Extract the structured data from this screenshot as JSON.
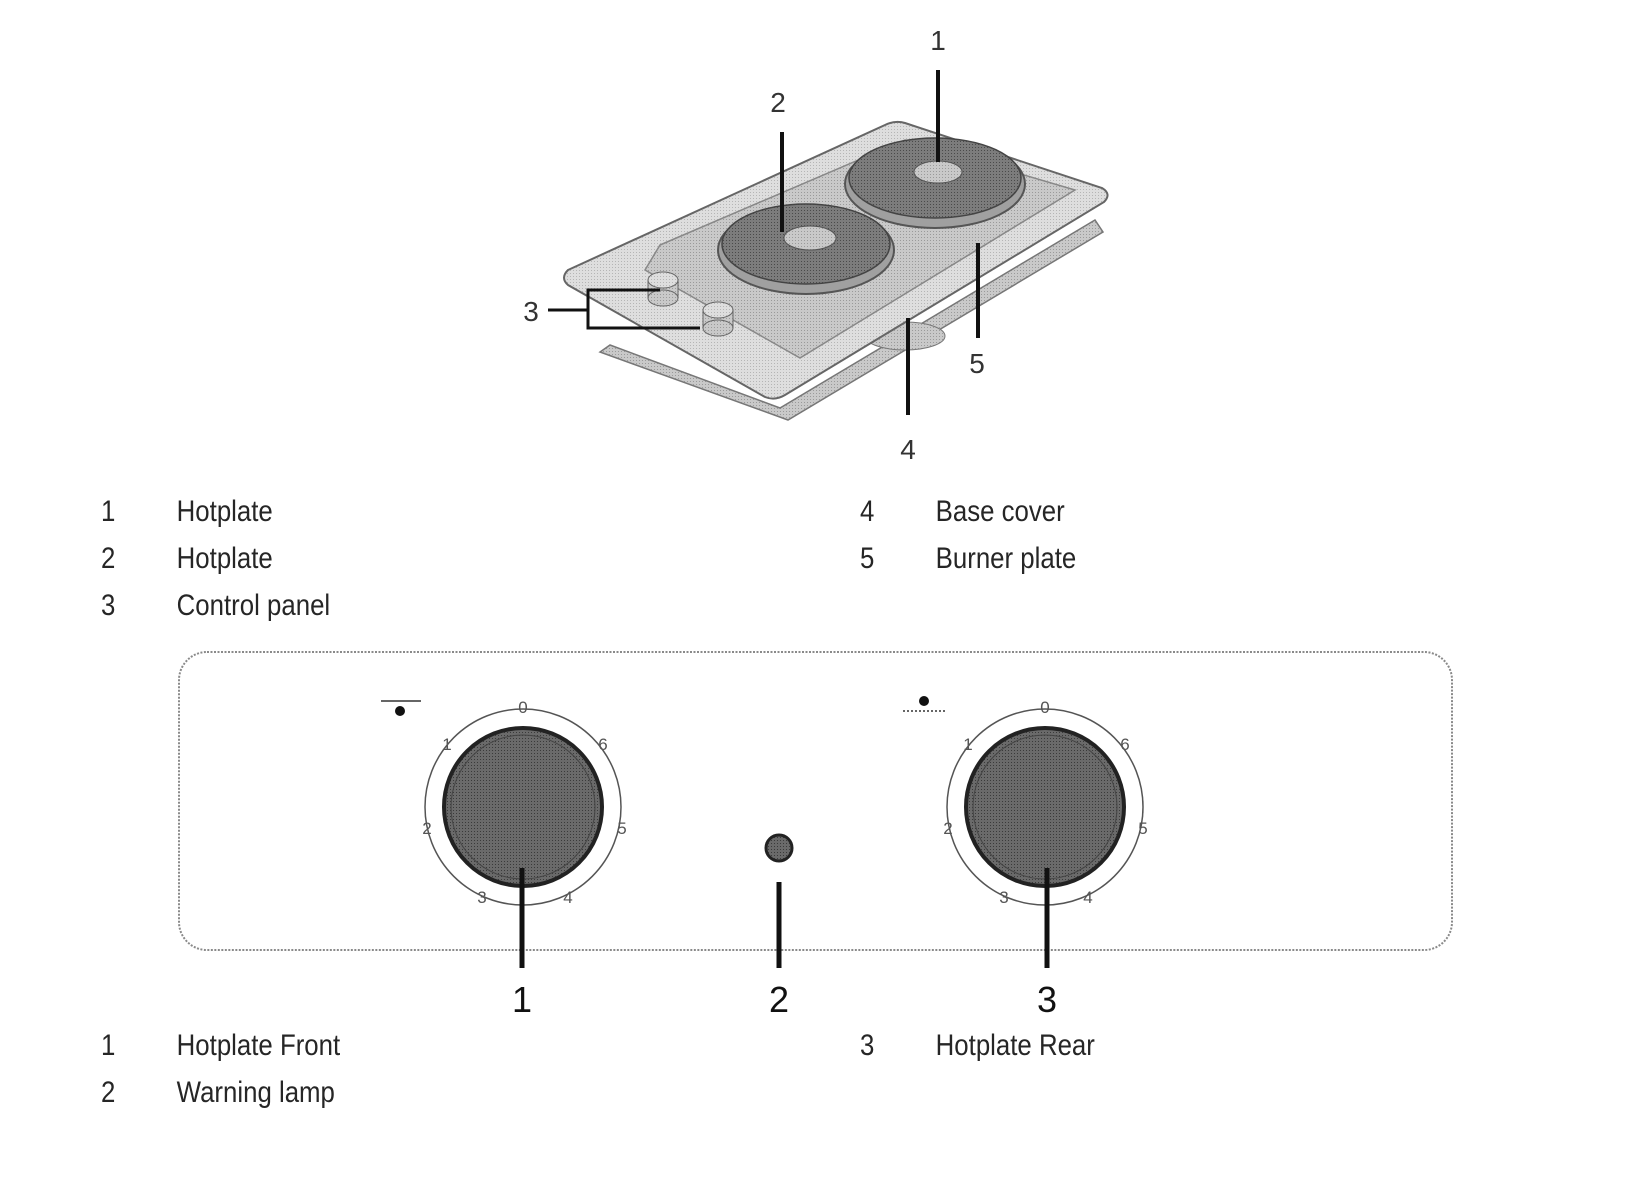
{
  "top_diagram": {
    "callouts": [
      "1",
      "2",
      "3",
      "4",
      "5"
    ]
  },
  "top_legend": [
    {
      "num": "1",
      "label": "Hotplate"
    },
    {
      "num": "2",
      "label": "Hotplate"
    },
    {
      "num": "3",
      "label": "Control panel"
    },
    {
      "num": "4",
      "label": "Base cover"
    },
    {
      "num": "5",
      "label": "Burner plate"
    }
  ],
  "control_panel": {
    "callouts": [
      "1",
      "2",
      "3"
    ],
    "dial_scale": [
      "0",
      "1",
      "2",
      "3",
      "4",
      "5",
      "6"
    ]
  },
  "bottom_legend": [
    {
      "num": "1",
      "label": "Hotplate Front"
    },
    {
      "num": "2",
      "label": "Warning lamp"
    },
    {
      "num": "3",
      "label": "Hotplate Rear"
    }
  ],
  "colors": {
    "line": "#111111",
    "plate": "#b8b8b8",
    "hotplate": "#7a7a7a",
    "knob": "#5a5a5a"
  }
}
